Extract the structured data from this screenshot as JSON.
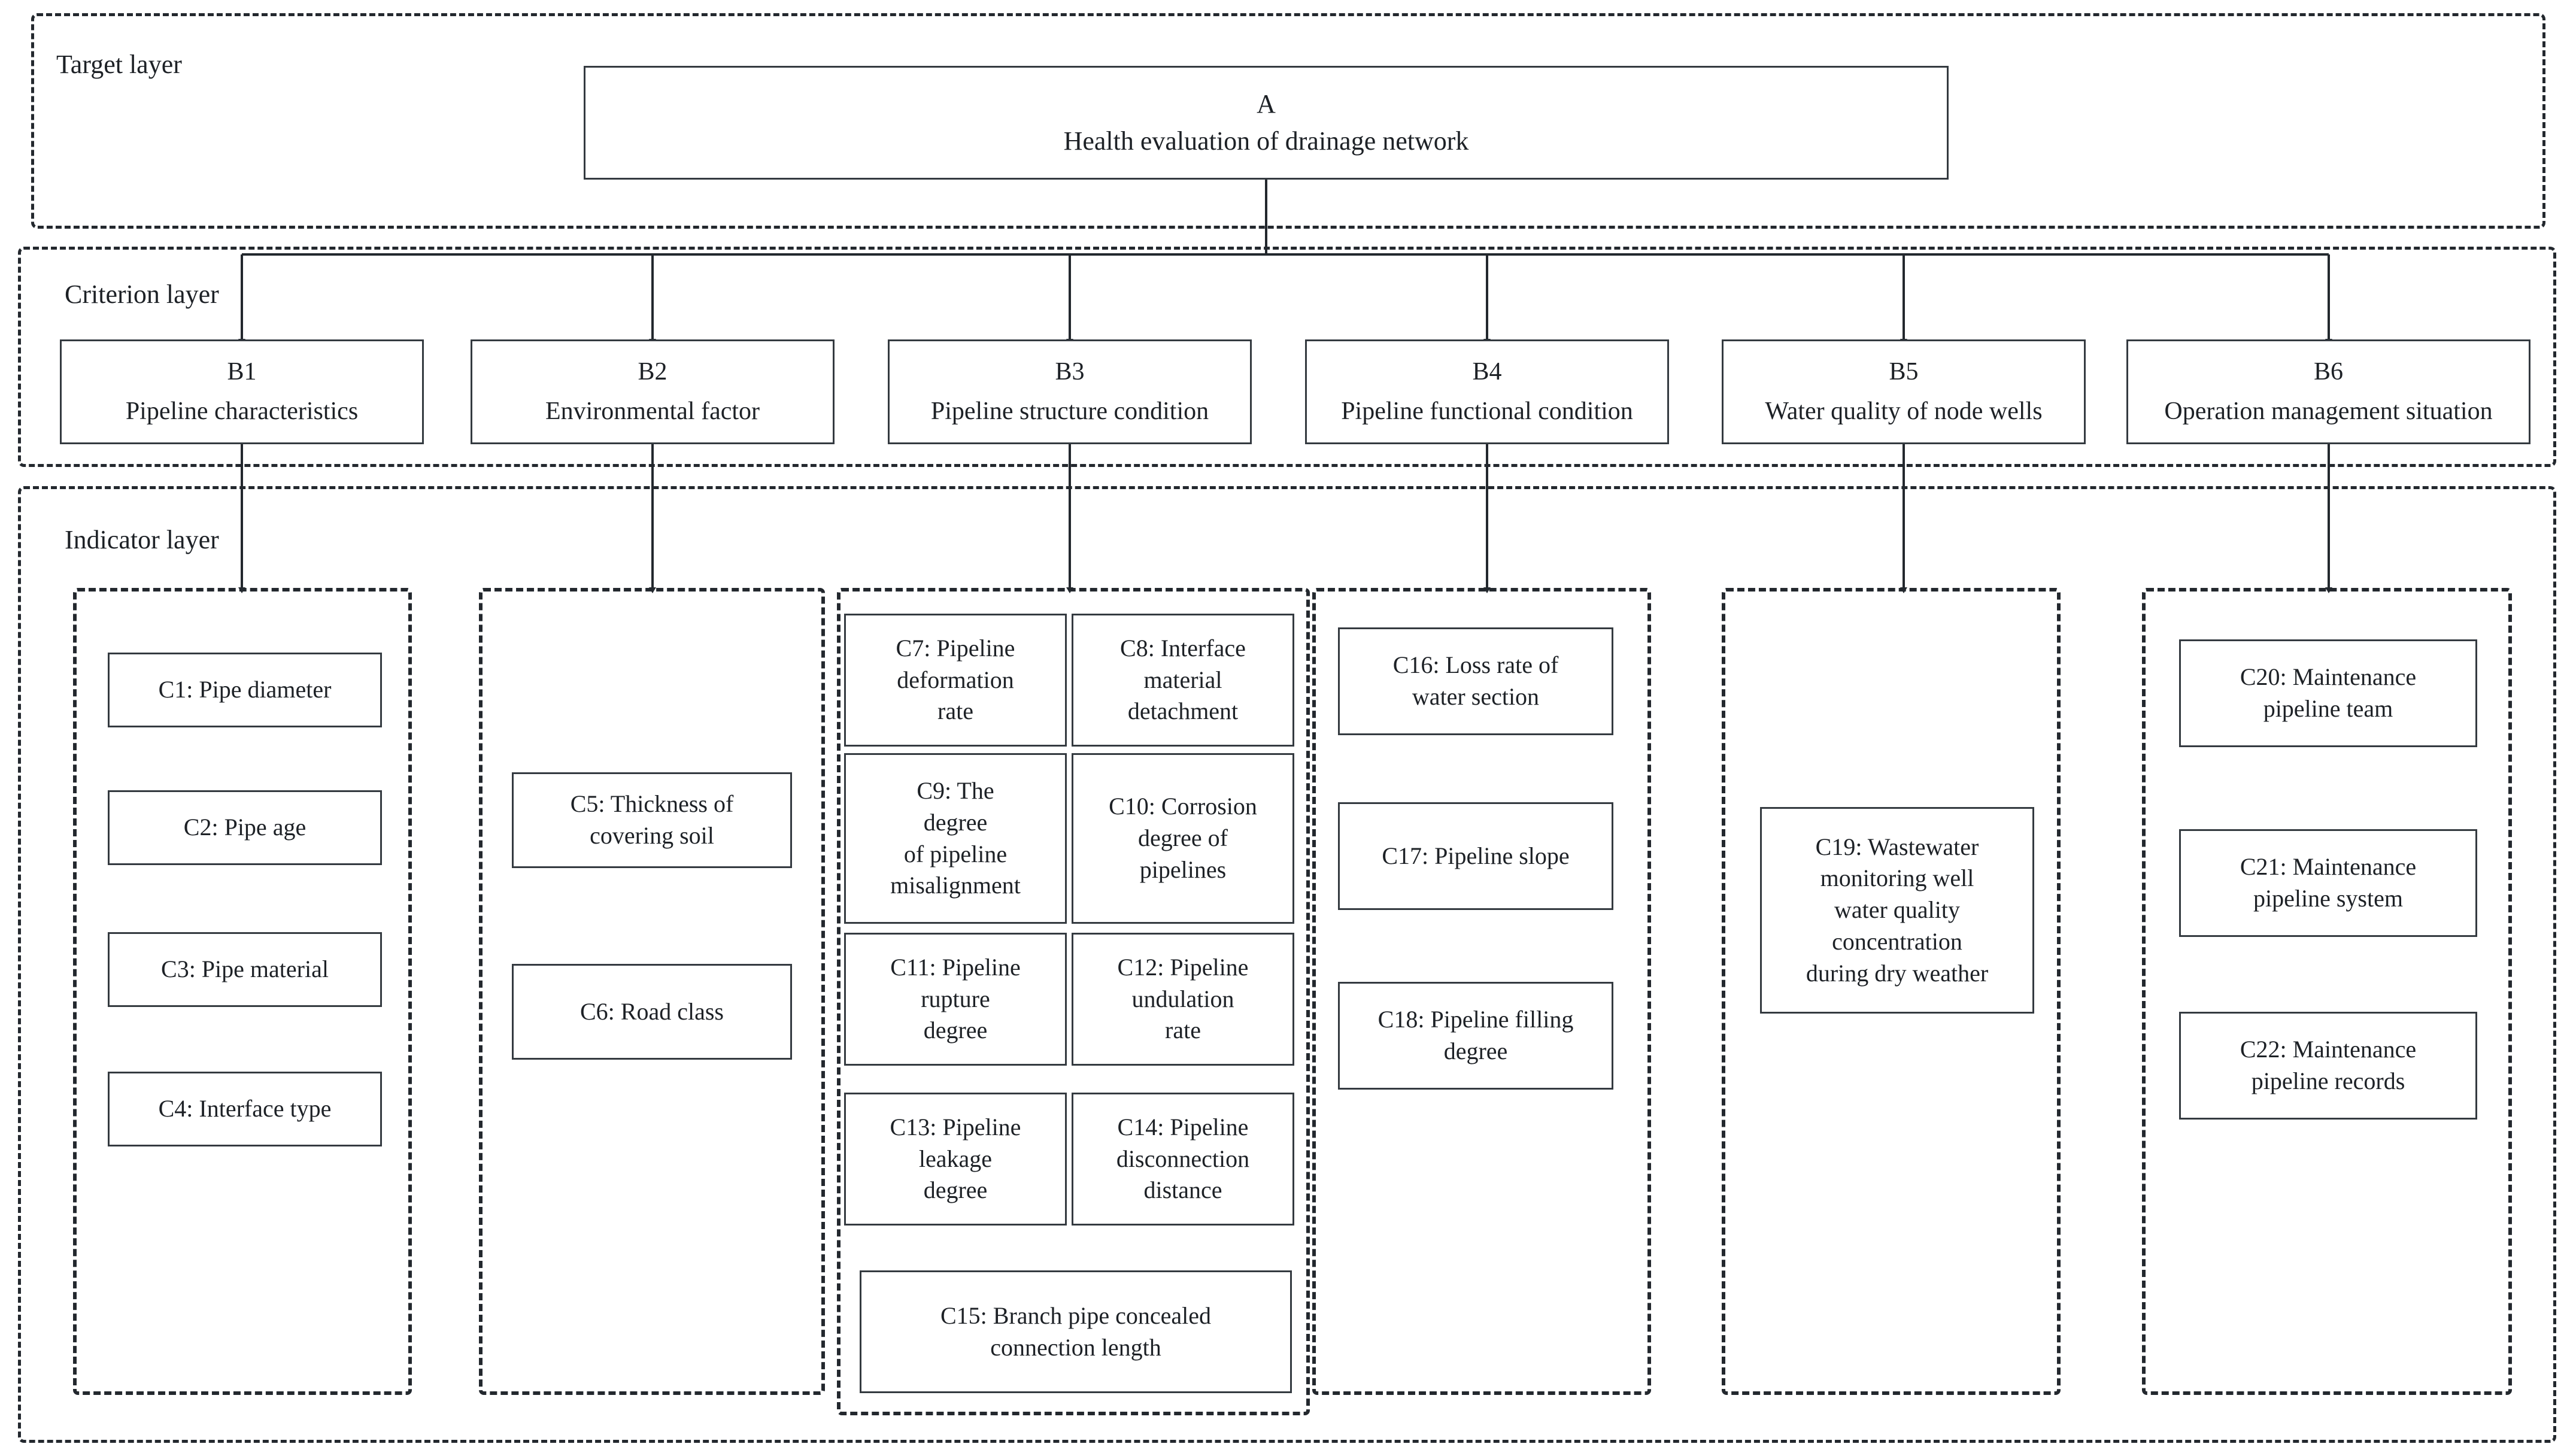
{
  "diagram": {
    "kind": "hierarchy-analytic-structure",
    "layers": [
      {
        "id": "target",
        "label": "Target layer"
      },
      {
        "id": "criterion",
        "label": "Criterion layer"
      },
      {
        "id": "indicator",
        "label": "Indicator layer"
      }
    ]
  },
  "target": {
    "code": "A",
    "name": "Health evaluation of drainage network",
    "text": "A\nHealth evaluation of drainage network"
  },
  "criteria": [
    {
      "code": "B1",
      "name": "Pipeline characteristics",
      "text": "B1\nPipeline characteristics"
    },
    {
      "code": "B2",
      "name": "Environmental factor",
      "text": "B2\nEnvironmental factor"
    },
    {
      "code": "B3",
      "name": "Pipeline structure condition",
      "text": "B3\nPipeline structure condition"
    },
    {
      "code": "B4",
      "name": "Pipeline functional condition",
      "text": "B4\nPipeline functional condition"
    },
    {
      "code": "B5",
      "name": "Water quality of node wells",
      "text": "B5\nWater quality of node wells"
    },
    {
      "code": "B6",
      "name": "Operation management situation",
      "text": "B6\nOperation management situation"
    }
  ],
  "indicators": {
    "group1": [
      {
        "code": "C1",
        "text": "C1: Pipe diameter"
      },
      {
        "code": "C2",
        "text": "C2: Pipe age"
      },
      {
        "code": "C3",
        "text": "C3: Pipe material"
      },
      {
        "code": "C4",
        "text": "C4: Interface type"
      }
    ],
    "group2": [
      {
        "code": "C5",
        "text": "C5: Thickness of\ncovering soil"
      },
      {
        "code": "C6",
        "text": "C6: Road class"
      }
    ],
    "group3": [
      {
        "code": "C7",
        "text": "C7: Pipeline\ndeformation\nrate"
      },
      {
        "code": "C8",
        "text": "C8: Interface\nmaterial\ndetachment"
      },
      {
        "code": "C9",
        "text": "C9: The\ndegree\nof pipeline\nmisalignment"
      },
      {
        "code": "C10",
        "text": "C10: Corrosion\ndegree of\npipelines"
      },
      {
        "code": "C11",
        "text": "C11: Pipeline\nrupture\ndegree"
      },
      {
        "code": "C12",
        "text": "C12: Pipeline\nundulation\nrate"
      },
      {
        "code": "C13",
        "text": "C13: Pipeline\nleakage\ndegree"
      },
      {
        "code": "C14",
        "text": "C14: Pipeline\ndisconnection\ndistance"
      },
      {
        "code": "C15",
        "text": "C15: Branch pipe concealed\nconnection length"
      }
    ],
    "group4": [
      {
        "code": "C16",
        "text": "C16: Loss rate of\nwater section"
      },
      {
        "code": "C17",
        "text": "C17: Pipeline slope"
      },
      {
        "code": "C18",
        "text": "C18: Pipeline filling\ndegree"
      }
    ],
    "group5": [
      {
        "code": "C19",
        "text": "C19: Wastewater\nmonitoring well\nwater quality\nconcentration\nduring dry weather"
      }
    ],
    "group6": [
      {
        "code": "C20",
        "text": "C20: Maintenance\npipeline team"
      },
      {
        "code": "C21",
        "text": "C21: Maintenance\npipeline system"
      },
      {
        "code": "C22",
        "text": "C22: Maintenance\npipeline  records"
      }
    ]
  },
  "colors": {
    "stroke": "#343a40",
    "dash": "#23282e",
    "text": "#1d2126",
    "background": "#ffffff"
  }
}
